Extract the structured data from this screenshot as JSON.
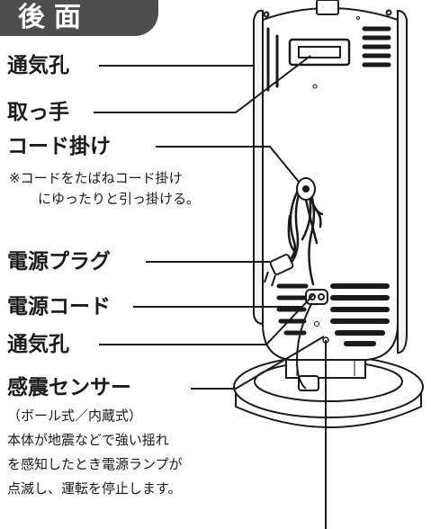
{
  "header": {
    "title": "後面"
  },
  "labels": {
    "vent_top": "通気孔",
    "handle": "取っ手",
    "cord_hook": "コード掛け",
    "cord_hook_note_1": "※コードをたばねコード掛け",
    "cord_hook_note_2": "にゆったりと引っ掛ける。",
    "plug": "電源プラグ",
    "cord": "電源コード",
    "vent_bottom": "通気孔",
    "sensor": "感震センサー",
    "sensor_note_1": "（ボール式／内蔵式）",
    "sensor_note_2": "本体が地震などで強い揺れ",
    "sensor_note_3": "を感知したとき電源ランプが",
    "sensor_note_4": "点滅し、運転を停止します。"
  },
  "colors": {
    "header_bg": "#4d4d4d",
    "line": "#1a1a1a",
    "body": "#ffffff"
  }
}
